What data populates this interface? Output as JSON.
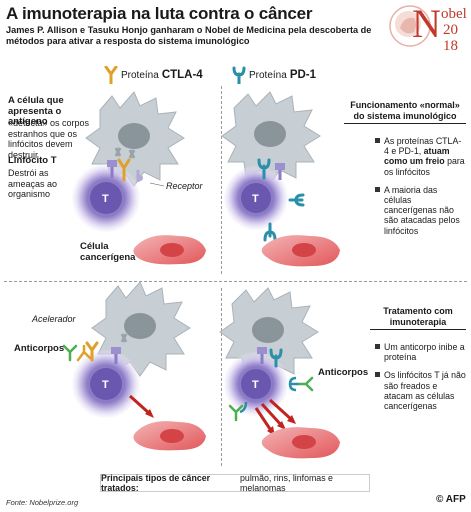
{
  "header": {
    "title": "A imunoterapia na luta contra o câncer",
    "subtitle": "James P. Allison e Tasuku Honjo ganharam o Nobel de Medicina pela descoberta de métodos para ativar a resposta do sistema imunológico"
  },
  "nobel_logo": {
    "word": "obel",
    "year_top": "20",
    "year_bottom": "18",
    "initial": "N"
  },
  "legend": {
    "ctla4_prefix": "Proteína",
    "ctla4_name": "CTLA-4",
    "pd1_prefix": "Proteína",
    "pd1_name": "PD-1"
  },
  "labels": {
    "apc_title": "A célula que apresenta o antígeno",
    "apc_desc": "«detecta» os corpos estranhos que os linfócitos devem destruir",
    "lymph_title": "Linfócito T",
    "lymph_desc": "Destrói as ameaças ao organismo",
    "receptor": "Receptor",
    "cancer_title": "Célula cancerígena",
    "accelerator": "Acelerador",
    "antibodies_left": "Anticorpos",
    "antibodies_right": "Anticorpos",
    "t_letter": "T"
  },
  "normal": {
    "title": "Funcionamento «normal» do sistema imunológico",
    "bullet1_pre": "As proteínas CTLA-4 e PD-1,",
    "bullet1_bold": "atuam como um freio",
    "bullet1_post": "para os linfócitos",
    "bullet2": "A maioria das células cancerígenas não são atacadas pelos linfócitos"
  },
  "treatment": {
    "title": "Tratamento com imunoterapia",
    "bullet1": "Um anticorpo inibe a proteína",
    "bullet2": "Os linfócitos T já não são freados e atacam as células cancerígenas"
  },
  "footer": {
    "label": "Principais tipos de câncer tratados:",
    "list": "pulmão, rins, linfomas e melanomas"
  },
  "source": "Fonte: Nobelprize.org",
  "credit": "© AFP",
  "colors": {
    "ctla4": "#e0a02a",
    "pd1": "#2a8fa8",
    "tcell": "#8c7cc6",
    "tcell_glow": "#d9d2ef",
    "apc": "#c7ced4",
    "cancer": "#e2575a",
    "arrow": "#c0241f",
    "antibody": "#4caf50",
    "nobel": "#c0392b"
  }
}
